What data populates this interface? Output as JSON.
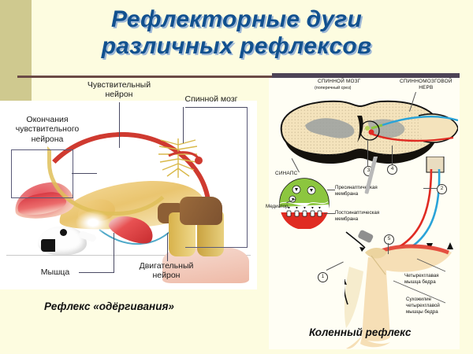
{
  "slide": {
    "title_line1": "Рефлекторные дуги",
    "title_line2": "различных рефлексов",
    "title_color": "#12518f",
    "background_color": "#fdfce0",
    "accent_band_color": "#cfc98f",
    "rule_color": "#6b4a46"
  },
  "left_diagram": {
    "caption": "Рефлекс «одёргивания»",
    "labels": {
      "sensory_neuron": "Чувствительный\nнейрон",
      "spinal_cord": "Спинной мозг",
      "sensory_endings": "Окончания\nчувствительного\nнейрона",
      "muscle": "Мышца",
      "motor_neuron": "Двигательный\nнейрон"
    }
  },
  "right_diagram": {
    "caption": "Коленный рефлекс",
    "labels": {
      "spinal_cord": "СПИННОЙ МОЗГ",
      "spinal_cord_sub": "(поперечный срез)",
      "spinal_nerve": "СПИННОМОЗГОВОЙ\nНЕРВ",
      "synapse": "СИНАПС",
      "presynaptic_membrane": "Пресинаптическая\nмембрана",
      "postsynaptic_membrane": "Постсинаптическая\nмембрана",
      "mediator": "Медиатор",
      "quadriceps": "Четырехглавая\nмышца  бедра",
      "quadriceps_tendon": "Сухожилие\nчетырехглавой\nмышцы  бедра"
    },
    "markers": [
      "1",
      "2",
      "3",
      "4",
      "5"
    ],
    "colors": {
      "sensory_pathway": "#2aa3d8",
      "motor_pathway": "#e02b22",
      "synapse_top": "#8cc63f",
      "synapse_bottom": "#e02b22",
      "cord_fill": "#f4e3bc"
    }
  }
}
